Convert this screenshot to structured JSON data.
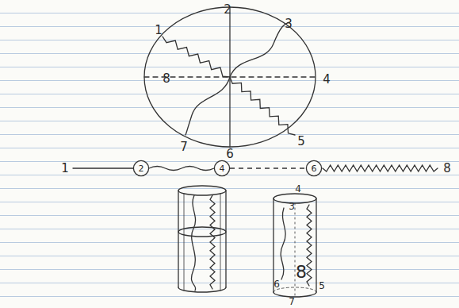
{
  "diagram": {
    "nodes": [
      {
        "text": [
          "2"
        ]
      },
      {
        "text": [
          "4"
        ]
      },
      {
        "text": [
          "6"
        ]
      }
    ],
    "edges": [
      {
        "from": 0,
        "to": 1,
        "arrow": "none"
      },
      {
        "from": 1,
        "to": 2,
        "arrow": "none"
      }
    ],
    "labels": [
      "1",
      "2",
      "3",
      "4",
      "5",
      "6",
      "7",
      "8",
      "1",
      "8",
      "4",
      "3",
      "6",
      "7",
      "5",
      "8"
    ]
  }
}
